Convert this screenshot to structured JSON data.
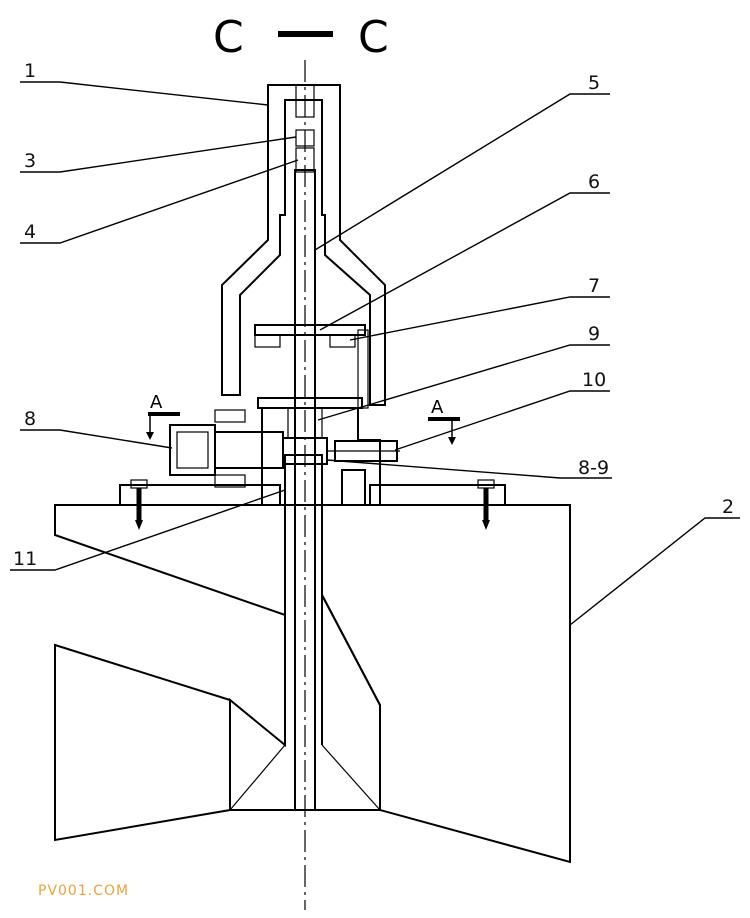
{
  "title": {
    "left": "C",
    "right": "C"
  },
  "section_marks": {
    "left": "A",
    "right": "A"
  },
  "labels": [
    "1",
    "3",
    "4",
    "5",
    "6",
    "7",
    "8",
    "9",
    "10",
    "8-9",
    "11",
    "2"
  ],
  "watermark": "PV001.COM",
  "colors": {
    "ink": "#000000",
    "watermark": "#e9a23b"
  }
}
